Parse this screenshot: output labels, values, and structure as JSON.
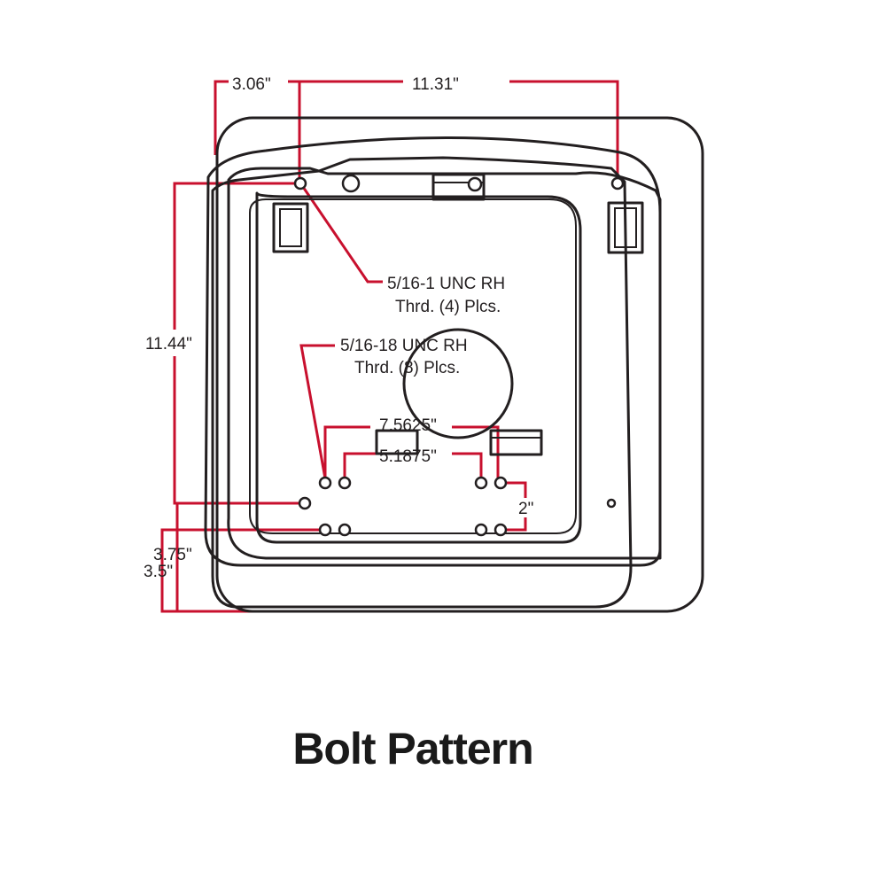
{
  "colors": {
    "outline": "#231f20",
    "dimension": "#c8102e",
    "background": "#ffffff"
  },
  "dimensions": {
    "d_3_06": "3.06\"",
    "d_11_31": "11.31\"",
    "d_11_44": "11.44\"",
    "d_7_5625": "7.5625\"",
    "d_5_1875": "5.1875\"",
    "d_2": "2\"",
    "d_3_75": "3.75\"",
    "d_3_5": "3.5\""
  },
  "callouts": {
    "thread_top_line1": "5/16-1 UNC RH",
    "thread_top_line2": "Thrd. (4) Plcs.",
    "thread_mid_line1": "5/16-18 UNC RH",
    "thread_mid_line2": "Thrd. (8) Plcs."
  },
  "caption": "Bolt Pattern"
}
